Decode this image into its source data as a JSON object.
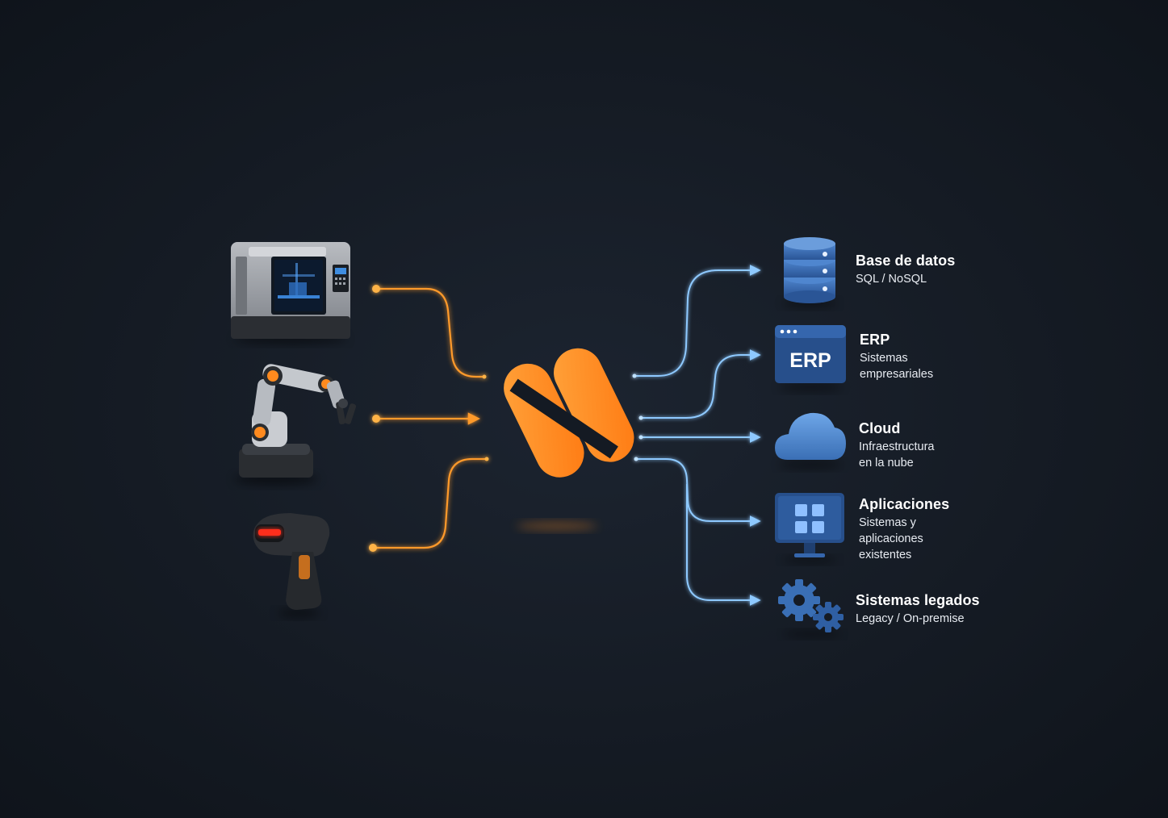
{
  "center": {
    "logo_icon": "orange-s-logo-icon",
    "accent_color": "#ff8a1e"
  },
  "inputs": [
    {
      "icon": "3d-printer-icon"
    },
    {
      "icon": "robot-arm-icon"
    },
    {
      "icon": "barcode-scanner-icon"
    }
  ],
  "outputs": {
    "database": {
      "title": "Base de datos",
      "subtitle": "SQL / NoSQL",
      "icon": "database-icon"
    },
    "erp": {
      "title": "ERP",
      "subtitle": "Sistemas\nempresariales",
      "icon_text": "ERP",
      "icon": "erp-window-icon"
    },
    "cloud": {
      "title": "Cloud",
      "subtitle": "Infraestructura\nen la nube",
      "icon": "cloud-icon"
    },
    "apps": {
      "title": "Aplicaciones",
      "subtitle": "Sistemas y\naplicaciones\nexistentes",
      "icon": "monitor-apps-icon"
    },
    "legacy": {
      "title": "Sistemas legados",
      "subtitle": "Legacy / On-premise",
      "icon": "gears-icon"
    }
  },
  "colors": {
    "input_lines": "#ff9a2a",
    "output_lines": "#8ec9ff",
    "icon_blue": "#3a6fb5"
  }
}
